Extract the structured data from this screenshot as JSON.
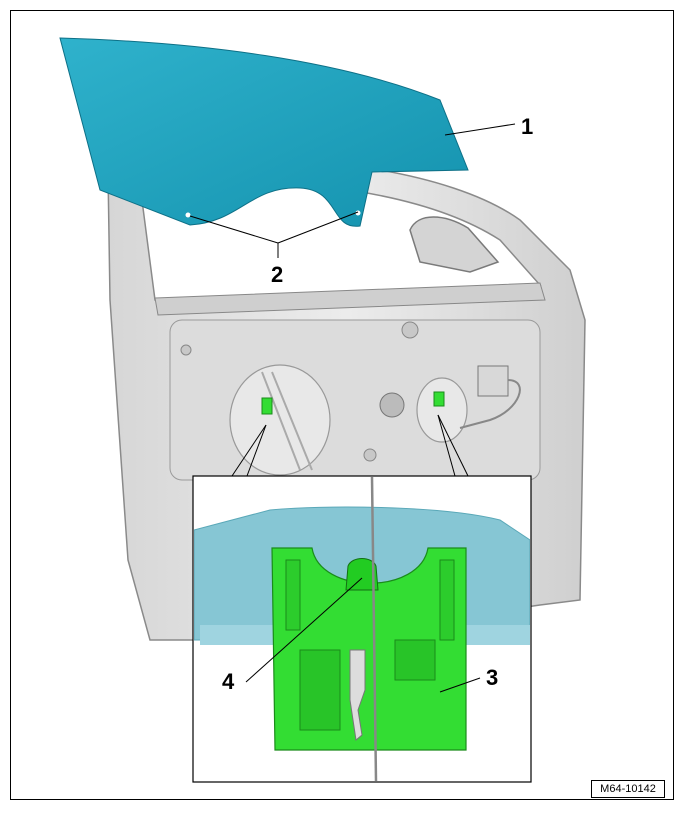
{
  "callouts": {
    "c1": "1",
    "c2": "2",
    "c3": "3",
    "c4": "4"
  },
  "figure_code": "M64-10142",
  "colors": {
    "glass": "#1aa3bf",
    "bracket": "#33dd33",
    "door_panel": "#e3e3e3",
    "detail_bg": "#86c6d4"
  }
}
